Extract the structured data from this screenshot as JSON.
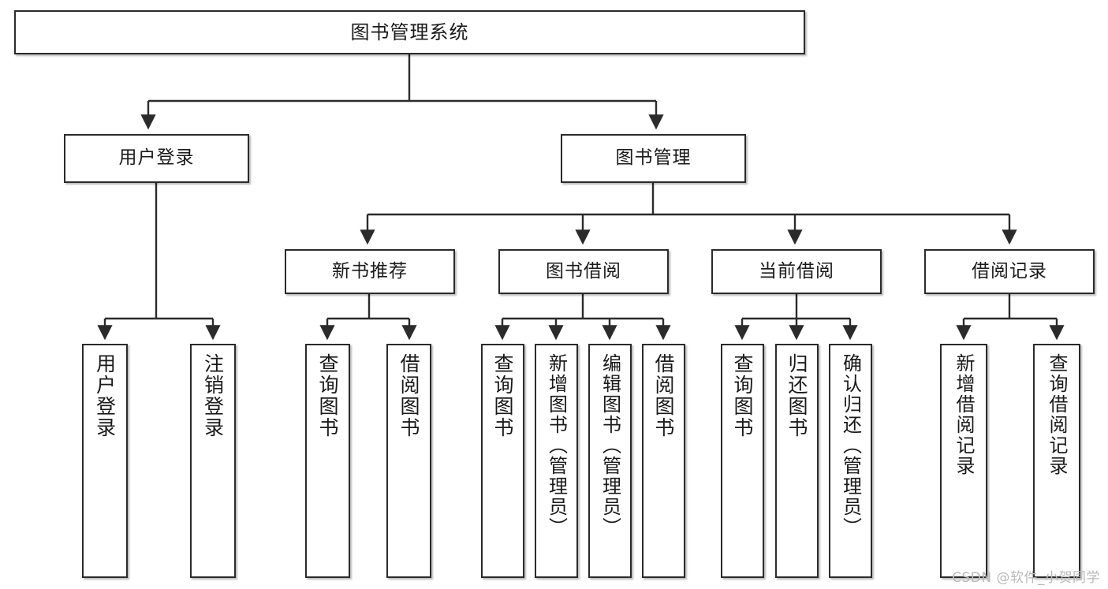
{
  "diagram": {
    "type": "hierarchy-tree",
    "title": "图书管理系统",
    "watermark": "CSDN @软件_小贺同学",
    "colors": {
      "node_border": "#2b2b2b",
      "node_fill": "#ffffff",
      "edge": "#2b2b2b",
      "watermark": "#b9b9b9"
    },
    "levels": {
      "level1": [
        {
          "id": "root",
          "label": "图书管理系统"
        }
      ],
      "level2": [
        {
          "id": "user-login",
          "label": "用户登录",
          "parent": "root"
        },
        {
          "id": "book-manage",
          "label": "图书管理",
          "parent": "root"
        }
      ],
      "level3": [
        {
          "id": "new-book-rec",
          "label": "新书推荐",
          "parent": "book-manage"
        },
        {
          "id": "book-borrow",
          "label": "图书借阅",
          "parent": "book-manage"
        },
        {
          "id": "current-borrow",
          "label": "当前借阅",
          "parent": "book-manage"
        },
        {
          "id": "borrow-record",
          "label": "借阅记录",
          "parent": "book-manage"
        }
      ],
      "leaves": [
        {
          "id": "leaf-user-login",
          "label": "用户登录",
          "parent": "user-login"
        },
        {
          "id": "leaf-logout",
          "label": "注销登录",
          "parent": "user-login"
        },
        {
          "id": "leaf-query-book-1",
          "label": "查询图书",
          "parent": "new-book-rec"
        },
        {
          "id": "leaf-borrow-book-1",
          "label": "借阅图书",
          "parent": "new-book-rec"
        },
        {
          "id": "leaf-query-book-2",
          "label": "查询图书",
          "parent": "book-borrow"
        },
        {
          "id": "leaf-add-book",
          "label": "新增图书（管理员）",
          "parent": "book-borrow"
        },
        {
          "id": "leaf-edit-book",
          "label": "编辑图书（管理员）",
          "parent": "book-borrow"
        },
        {
          "id": "leaf-borrow-book-2",
          "label": "借阅图书",
          "parent": "book-borrow"
        },
        {
          "id": "leaf-query-book-3",
          "label": "查询图书",
          "parent": "current-borrow"
        },
        {
          "id": "leaf-return-book",
          "label": "归还图书",
          "parent": "current-borrow"
        },
        {
          "id": "leaf-confirm-return",
          "label": "确认归还（管理员）",
          "parent": "current-borrow"
        },
        {
          "id": "leaf-add-record",
          "label": "新增借阅记录",
          "parent": "borrow-record"
        },
        {
          "id": "leaf-query-record",
          "label": "查询借阅记录",
          "parent": "borrow-record"
        }
      ]
    }
  }
}
